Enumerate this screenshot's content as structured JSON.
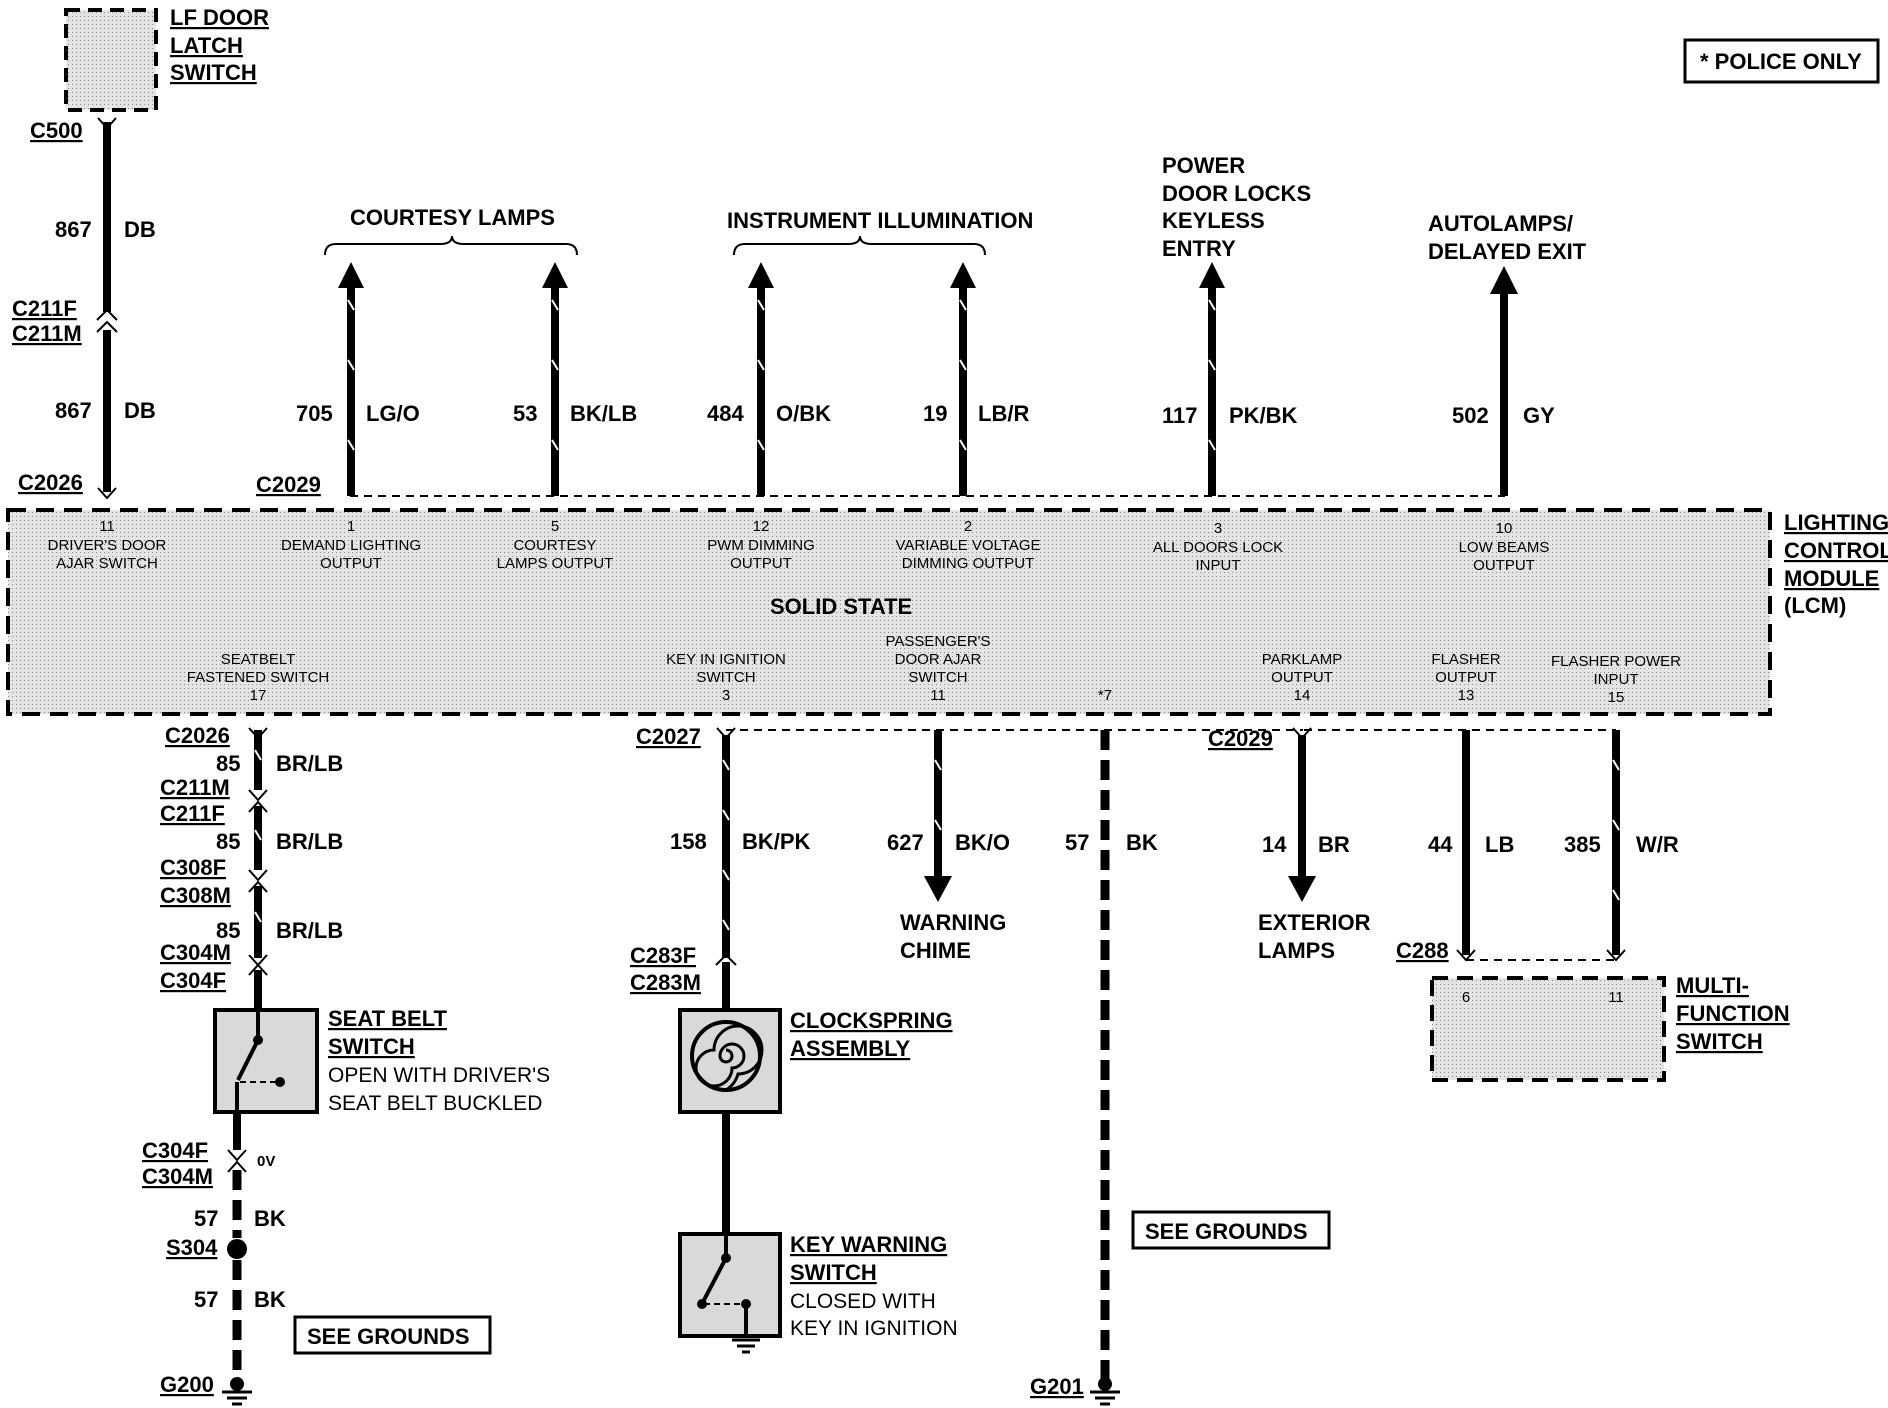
{
  "police_note": "* POLICE ONLY",
  "lcm": {
    "label_lines": [
      "LIGHTING",
      "CONTROL",
      "MODULE",
      "(LCM)"
    ],
    "state": "SOLID STATE",
    "top_pins": [
      {
        "num": "11",
        "l1": "DRIVER'S DOOR",
        "l2": "AJAR SWITCH"
      },
      {
        "num": "1",
        "l1": "DEMAND LIGHTING",
        "l2": "OUTPUT"
      },
      {
        "num": "5",
        "l1": "COURTESY",
        "l2": "LAMPS OUTPUT"
      },
      {
        "num": "12",
        "l1": "PWM DIMMING",
        "l2": "OUTPUT"
      },
      {
        "num": "2",
        "l1": "VARIABLE VOLTAGE",
        "l2": "DIMMING OUTPUT"
      },
      {
        "num": "3",
        "l1": "ALL DOORS LOCK",
        "l2": "INPUT"
      },
      {
        "num": "10",
        "l1": "LOW BEAMS",
        "l2": "OUTPUT"
      }
    ],
    "bottom_pins": [
      {
        "num": "17",
        "l1": "SEATBELT",
        "l2": "FASTENED SWITCH"
      },
      {
        "num": "3",
        "l1": "KEY IN IGNITION",
        "l2": "SWITCH"
      },
      {
        "num": "11",
        "l0": "PASSENGER'S",
        "l1": "DOOR AJAR",
        "l2": "SWITCH"
      },
      {
        "num": "*7"
      },
      {
        "num": "14",
        "l1": "PARKLAMP",
        "l2": "OUTPUT"
      },
      {
        "num": "13",
        "l1": "FLASHER",
        "l2": "OUTPUT"
      },
      {
        "num": "15",
        "l1": "FLASHER POWER",
        "l2": "INPUT"
      }
    ]
  },
  "lf_door": {
    "lines": [
      "LF DOOR",
      "LATCH",
      "SWITCH"
    ],
    "connector": "C500",
    "wire1": {
      "circuit": "867",
      "color": "DB"
    },
    "conn_pair": [
      "C211F",
      "C211M"
    ],
    "wire2": {
      "circuit": "867",
      "color": "DB"
    },
    "lcm_connector": "C2026"
  },
  "top_groups": {
    "courtesy": "COURTESY LAMPS",
    "instrument": "INSTRUMENT ILLUMINATION",
    "power_locks": [
      "POWER",
      "DOOR LOCKS",
      "KEYLESS",
      "ENTRY"
    ],
    "autolamps": [
      "AUTOLAMPS/",
      "DELAYED EXIT"
    ],
    "connector": "C2029"
  },
  "top_wires": [
    {
      "circuit": "705",
      "color": "LG/O"
    },
    {
      "circuit": "53",
      "color": "BK/LB"
    },
    {
      "circuit": "484",
      "color": "O/BK"
    },
    {
      "circuit": "19",
      "color": "LB/R"
    },
    {
      "circuit": "117",
      "color": "PK/BK"
    },
    {
      "circuit": "502",
      "color": "GY"
    }
  ],
  "seatbelt": {
    "lcm_connector": "C2026",
    "wires": [
      {
        "circuit": "85",
        "color": "BR/LB"
      },
      {
        "circuit": "85",
        "color": "BR/LB"
      },
      {
        "circuit": "85",
        "color": "BR/LB"
      }
    ],
    "conns": [
      "C211M",
      "C211F",
      "C308F",
      "C308M",
      "C304M",
      "C304F"
    ],
    "switch_title": [
      "SEAT BELT",
      "SWITCH"
    ],
    "switch_note": [
      "OPEN WITH DRIVER'S",
      "SEAT BELT BUCKLED"
    ],
    "lower_conns": [
      "C304F",
      "C304M"
    ],
    "voltage": "0V",
    "ground_wire1": {
      "circuit": "57",
      "color": "BK"
    },
    "splice": "S304",
    "ground_wire2": {
      "circuit": "57",
      "color": "BK"
    },
    "see_grounds": "SEE GROUNDS",
    "ground": "G200"
  },
  "key": {
    "lcm_connector": "C2027",
    "wire": {
      "circuit": "158",
      "color": "BK/PK"
    },
    "conns": [
      "C283F",
      "C283M"
    ],
    "clockspring": [
      "CLOCKSPRING",
      "ASSEMBLY"
    ],
    "switch_title": [
      "KEY WARNING",
      "SWITCH"
    ],
    "switch_note": [
      "CLOSED WITH",
      "KEY IN IGNITION"
    ]
  },
  "chime": {
    "wire": {
      "circuit": "627",
      "color": "BK/O"
    },
    "label": [
      "WARNING",
      "CHIME"
    ]
  },
  "ground201": {
    "wire": {
      "circuit": "57",
      "color": "BK"
    },
    "see_grounds": "SEE GROUNDS",
    "ground": "G201"
  },
  "exterior": {
    "lcm_connector": "C2029",
    "wire": {
      "circuit": "14",
      "color": "BR"
    },
    "label": [
      "EXTERIOR",
      "LAMPS"
    ]
  },
  "mfs": {
    "wire1": {
      "circuit": "44",
      "color": "LB"
    },
    "wire2": {
      "circuit": "385",
      "color": "W/R"
    },
    "connector": "C288",
    "pins": [
      "6",
      "11"
    ],
    "label": [
      "MULTI-",
      "FUNCTION",
      "SWITCH"
    ]
  }
}
